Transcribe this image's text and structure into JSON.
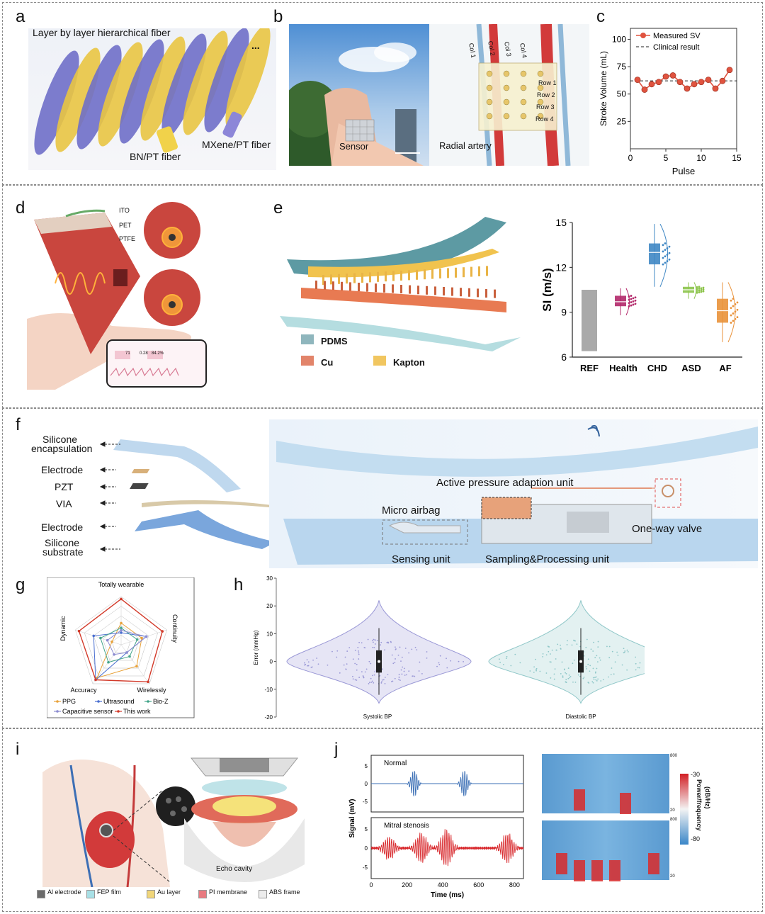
{
  "panels": {
    "a": {
      "label": "a",
      "title": "Layer by layer hierarchical fiber",
      "ellipsis": "...",
      "bn": "BN/PT fiber",
      "mxene": "MXene/PT fiber"
    },
    "b": {
      "label": "b",
      "sensor": "Sensor",
      "radial": "Radial artery",
      "cols": [
        "Col 1",
        "Col 2",
        "Col 3",
        "Col 4"
      ],
      "rows": [
        "Row 1",
        "Row 2",
        "Row 3",
        "Row 4"
      ]
    },
    "c": {
      "label": "c"
    },
    "d": {
      "label": "d",
      "ito": "ITO",
      "pet": "PET",
      "ptfe": "PTFE",
      "screen_values": [
        "71",
        "0.28",
        "84.2%"
      ]
    },
    "e": {
      "label": "e",
      "pdms": "PDMS",
      "cu": "Cu",
      "kapton": "Kapton"
    },
    "f": {
      "label": "f",
      "silicone_enc_1": "Silicone",
      "silicone_enc_2": "encapsulation",
      "electrode_top": "Electrode",
      "pzt": "PZT",
      "via": "VIA",
      "electrode_bottom": "Electrode",
      "silicone_sub_1": "Silicone",
      "silicone_sub_2": "substrate",
      "active_unit": "Active pressure adaption unit",
      "micro_airbag": "Micro airbag",
      "one_way_valve": "One-way valve",
      "sensing_unit": "Sensing unit",
      "sampling_unit": "Sampling&Processing unit"
    },
    "g": {
      "label": "g"
    },
    "h": {
      "label": "h"
    },
    "i": {
      "label": "i",
      "echo": "Echo cavity",
      "legend": [
        "Al electrode",
        "FEP film",
        "Au layer",
        "PI membrane",
        "ABS frame"
      ],
      "legend_colors": [
        "#6b6b6b",
        "#a8e0e6",
        "#f1d67a",
        "#e87a80",
        "#ececec"
      ]
    },
    "j": {
      "label": "j",
      "normal": "Normal",
      "mitral": "Mitral stenosis",
      "ylabel": "Signal (mV)",
      "xlabel": "Time (ms)",
      "cb_label_1": "Power/frequency",
      "cb_label_2": "(dB/Hz)",
      "cb_top": "-30",
      "cb_bottom": "-80",
      "freq_top": "800",
      "freq_bottom": "20",
      "freq_top2": "800",
      "freq_bottom2": "20"
    }
  },
  "chart_data": [
    {
      "panel": "c",
      "type": "line",
      "xlabel": "Pulse",
      "ylabel": "Stroke Volume (mL)",
      "xlim": [
        0,
        15
      ],
      "ylim": [
        0,
        110
      ],
      "xticks": [
        0,
        5,
        10,
        15
      ],
      "yticks": [
        25,
        50,
        75,
        100
      ],
      "series": [
        {
          "name": "Measured SV",
          "x": [
            1,
            2,
            3,
            4,
            5,
            6,
            7,
            8,
            9,
            10,
            11,
            12,
            13,
            14
          ],
          "y": [
            63,
            54,
            59,
            61,
            66,
            67,
            61,
            55,
            59,
            61,
            63,
            55,
            62,
            72
          ],
          "color": "#e0533f"
        }
      ],
      "reference": {
        "name": "Clinical result",
        "y": 62
      },
      "legend": "top-right"
    },
    {
      "panel": "e",
      "type": "box",
      "ylabel": "SI (m/s)",
      "ylim": [
        6,
        15
      ],
      "yticks": [
        6,
        9,
        12,
        15
      ],
      "categories": [
        "REF",
        "Health",
        "CHD",
        "ASD",
        "AF"
      ],
      "boxes": [
        {
          "name": "REF",
          "range": [
            6.4,
            10.5
          ],
          "color": "#a9a9a9"
        },
        {
          "name": "Health",
          "q1": 9.4,
          "median": 9.7,
          "q3": 10.1,
          "min": 8.8,
          "max": 10.6,
          "color": "#b3286a"
        },
        {
          "name": "CHD",
          "q1": 12.2,
          "median": 13.0,
          "q3": 13.6,
          "min": 10.7,
          "max": 14.9,
          "color": "#3f87c4"
        },
        {
          "name": "ASD",
          "q1": 10.3,
          "median": 10.5,
          "q3": 10.7,
          "min": 9.9,
          "max": 11.0,
          "color": "#8cc44a"
        },
        {
          "name": "AF",
          "q1": 8.3,
          "median": 9.1,
          "q3": 9.9,
          "min": 7.0,
          "max": 11.0,
          "color": "#e9923a"
        }
      ]
    },
    {
      "panel": "g",
      "type": "radar",
      "axes": [
        "Totally wearable",
        "Continuity",
        "Wirelessly",
        "Accuracy",
        "Dynamic"
      ],
      "series": [
        {
          "name": "PPG",
          "values": [
            0.45,
            0.45,
            0.55,
            0.85,
            0.2
          ],
          "color": "#e8a23a"
        },
        {
          "name": "Ultrasound",
          "values": [
            0.25,
            0.55,
            0.2,
            0.9,
            0.6
          ],
          "color": "#4a6fd0"
        },
        {
          "name": "Bio-Z",
          "values": [
            0.35,
            0.35,
            0.3,
            0.45,
            0.45
          ],
          "color": "#44a58a"
        },
        {
          "name": "Capacitive sensor",
          "values": [
            0.3,
            0.55,
            0.2,
            0.25,
            0.3
          ],
          "color": "#8c8cd0"
        },
        {
          "name": "This work",
          "values": [
            0.95,
            0.9,
            0.95,
            0.9,
            0.92
          ],
          "color": "#d23a2a"
        }
      ]
    },
    {
      "panel": "h",
      "type": "violin",
      "ylabel": "Error (mmHg)",
      "ylim": [
        -20,
        30
      ],
      "yticks": [
        -20,
        -10,
        0,
        10,
        20,
        30
      ],
      "categories": [
        "Systolic BP",
        "Diastolic BP"
      ],
      "colors": [
        "#9a98d6",
        "#8fc7c8"
      ]
    },
    {
      "panel": "j",
      "type": "line",
      "xlabel": "Time (ms)",
      "ylabel": "Signal (mV)",
      "xlim": [
        0,
        850
      ],
      "xticks": [
        0,
        200,
        400,
        600,
        800
      ],
      "yticks": [
        -5,
        0,
        5
      ],
      "series": [
        {
          "name": "Normal",
          "color": "#3b6fb5"
        },
        {
          "name": "Mitral stenosis",
          "color": "#d8282c"
        }
      ]
    }
  ]
}
